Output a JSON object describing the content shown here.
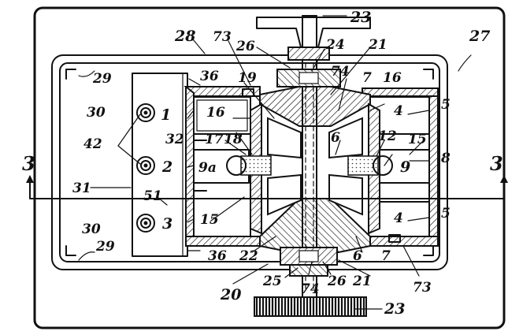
{
  "figure": {
    "labels": {
      "n1": "1",
      "n2": "2",
      "n3": "3",
      "n3_left": "3",
      "n3_right": "3",
      "n4_top": "4",
      "n4_bottom": "4",
      "n5_top": "5",
      "n5_bottom": "5",
      "n6_right": "6",
      "n6_bottom": "6",
      "n7_top": "7",
      "n7_bottom": "7",
      "n8": "8",
      "n9": "9",
      "n9a": "9a",
      "n12": "12",
      "n15_right": "15",
      "n15_left": "15",
      "n16_left": "16",
      "n16_right": "16",
      "n17": "17",
      "n18": "18",
      "n19": "19",
      "n20": "20",
      "n21_top": "21",
      "n21_bottom": "21",
      "n22": "22",
      "n23_top": "23",
      "n23_bottom": "23",
      "n24": "24",
      "n25": "25",
      "n26_top": "26",
      "n26_bottom": "26",
      "n27": "27",
      "n28": "28",
      "n29_top": "29",
      "n29_bottom": "29",
      "n30_top": "30",
      "n30_bottom": "30",
      "n31": "31",
      "n32": "32",
      "n36_top": "36",
      "n36_bottom": "36",
      "n42": "42",
      "n51": "51",
      "n73_top": "73",
      "n73_bottom": "73",
      "n74_top": "74",
      "n74_bottom": "74"
    }
  }
}
